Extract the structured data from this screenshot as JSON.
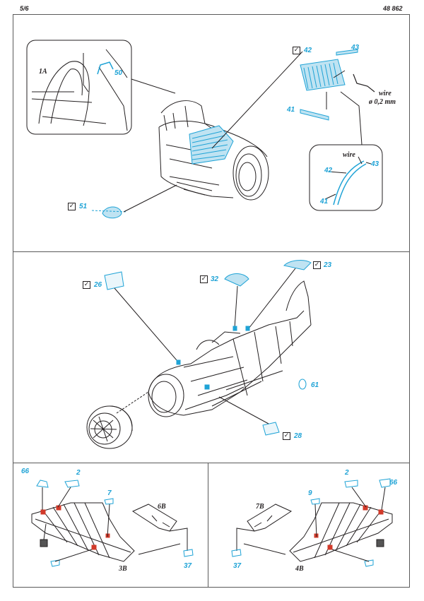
{
  "header": {
    "page": "5/6",
    "catalog": "48 862"
  },
  "section1": {
    "inset_a_label": "1A",
    "parts": {
      "p50": "50",
      "p42": "42",
      "p43": "43",
      "p41": "41",
      "p51": "51"
    },
    "wire_label": "wire",
    "wire_size": "ø 0,2 mm",
    "inset_b": {
      "wire": "wire",
      "p42": "42",
      "p43": "43",
      "p41": "41"
    }
  },
  "section2": {
    "parts": {
      "p26": "26",
      "p32": "32",
      "p23": "23",
      "p61": "61",
      "p28": "28"
    }
  },
  "section3": {
    "left": {
      "p66": "66",
      "p2": "2",
      "p7": "7",
      "p6b": "6B",
      "p37": "37",
      "label": "3B"
    },
    "right": {
      "p2": "2",
      "p66": "66",
      "p9": "9",
      "p7b": "7B",
      "p37": "37",
      "label": "4B"
    }
  },
  "colors": {
    "photo_etch": "#1fa3d6",
    "ink": "#231f20",
    "red_part": "#d23a2a"
  },
  "icons": {
    "checkbox": "checkbox-icon"
  }
}
